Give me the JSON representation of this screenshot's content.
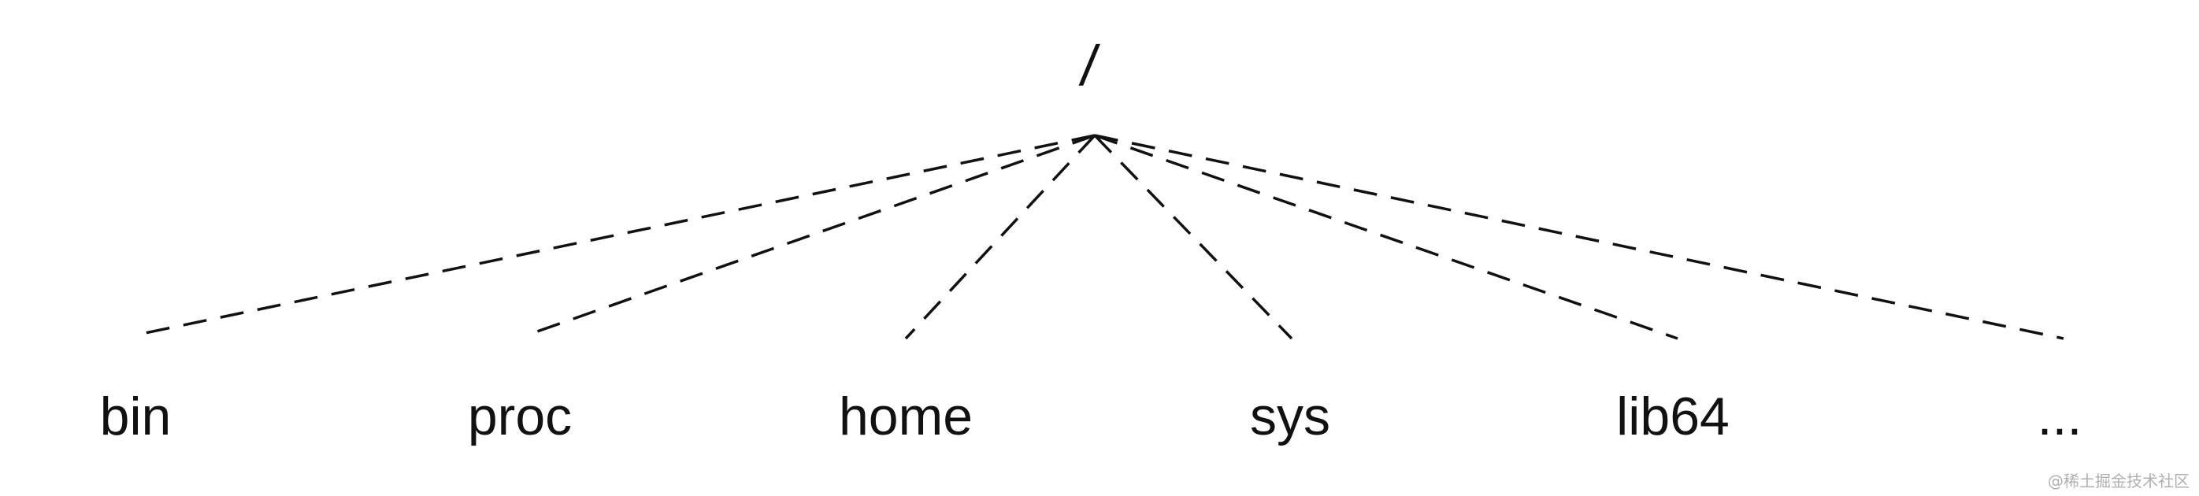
{
  "tree": {
    "root": {
      "label": "/"
    },
    "children": [
      {
        "label": "bin"
      },
      {
        "label": "proc"
      },
      {
        "label": "home"
      },
      {
        "label": "sys"
      },
      {
        "label": "lib64"
      },
      {
        "label": "..."
      }
    ]
  },
  "watermark": "@稀土掘金技术社区",
  "colors": {
    "line": "#111111",
    "text": "#111111",
    "watermark": "#b0b0b0",
    "background": "#ffffff"
  }
}
